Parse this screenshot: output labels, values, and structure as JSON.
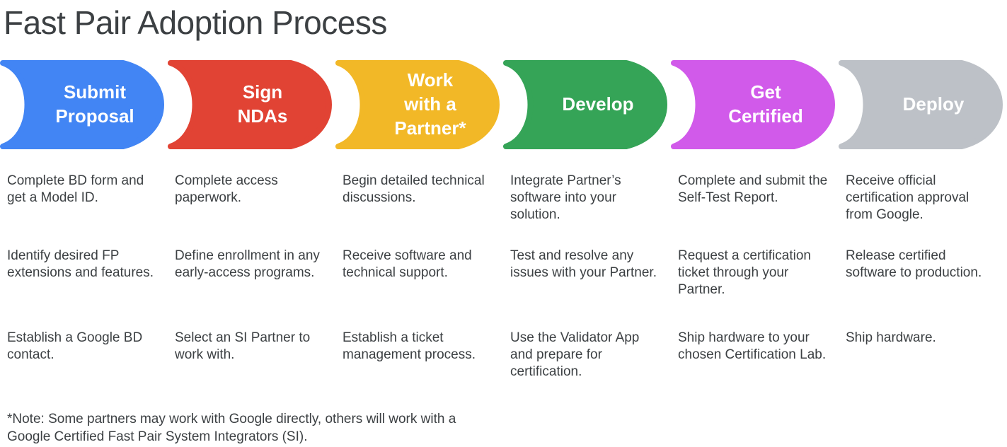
{
  "title": "Fast Pair Adoption Process",
  "colors": {
    "blue": "#4285F4",
    "red": "#E14334",
    "yellow": "#F2B827",
    "green": "#35A457",
    "magenta": "#D15AEA",
    "gray": "#BDC1C7",
    "text": "#3C4043",
    "label_text": "#FFFFFF"
  },
  "steps": [
    {
      "label": "Submit\nProposal",
      "color": "#4285F4",
      "items": [
        "Complete BD form and get a Model ID.",
        "Identify desired FP extensions and features.",
        "Establish a Google BD contact."
      ]
    },
    {
      "label": "Sign\nNDAs",
      "color": "#E14334",
      "items": [
        "Complete access paperwork.",
        "Define enrollment in any early-access programs.",
        "Select an SI Partner to work with."
      ]
    },
    {
      "label": "Work\nwith a\nPartner*",
      "color": "#F2B827",
      "items": [
        "Begin detailed technical discussions.",
        "Receive software and technical support.",
        "Establish a ticket management process."
      ]
    },
    {
      "label": "Develop",
      "color": "#35A457",
      "items": [
        "Integrate Partner’s software into your solution.",
        "Test and resolve any issues with your Partner.",
        "Use the Validator App and prepare for certification."
      ]
    },
    {
      "label": "Get\nCertified",
      "color": "#D15AEA",
      "items": [
        "Complete and submit the Self-Test Report.",
        "Request a certification ticket through your Partner.",
        "Ship hardware to your chosen Certification Lab."
      ]
    },
    {
      "label": "Deploy",
      "color": "#BDC1C7",
      "items": [
        "Receive official certification approval from Google.",
        "Release certified software to production.",
        "Ship hardware."
      ]
    }
  ],
  "note": "*Note: Some partners may work with Google directly, others will work with a\nGoogle Certified Fast Pair System Integrators (SI)."
}
